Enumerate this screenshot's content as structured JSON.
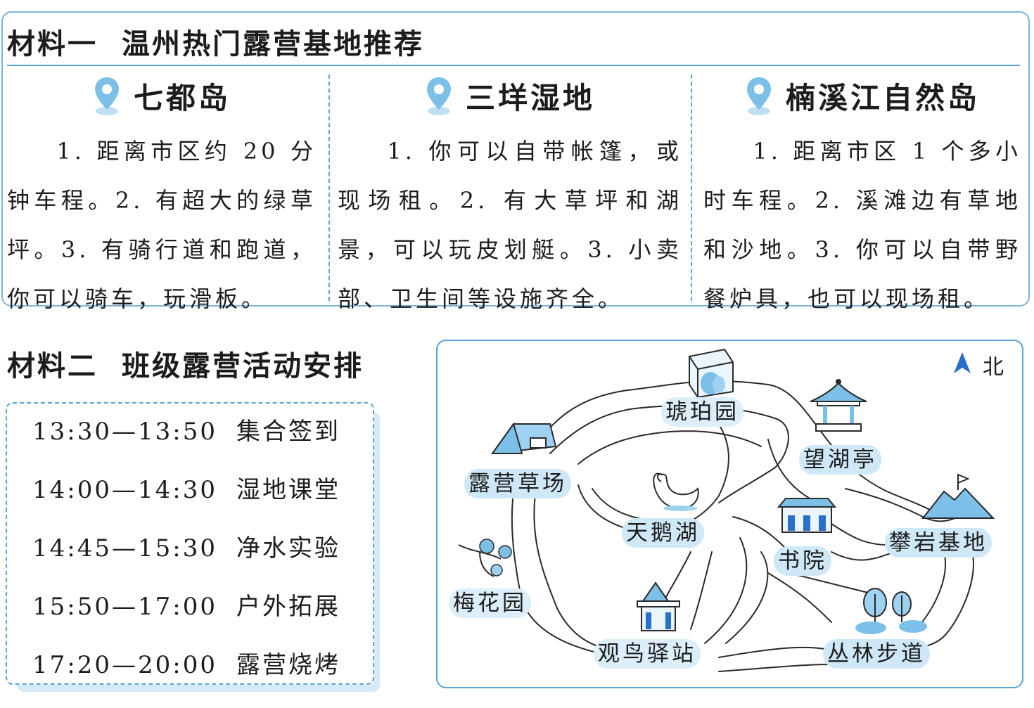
{
  "material1": {
    "label": "材料一",
    "title": "温州热门露营基地推荐",
    "sites": [
      {
        "name": "七都岛",
        "text": "1. 距离市区约 20 分钟车程。2. 有超大的绿草坪。3. 有骑行道和跑道，你可以骑车，玩滑板。"
      },
      {
        "name": "三垟湿地",
        "text": "1. 你可以自带帐篷，或现场租。2. 有大草坪和湖景，可以玩皮划艇。3. 小卖部、卫生间等设施齐全。"
      },
      {
        "name": "楠溪江自然岛",
        "text": "1. 距离市区 1 个多小时车程。2. 溪滩边有草地和沙地。3. 你可以自带野餐炉具，也可以现场租。"
      }
    ]
  },
  "material2": {
    "label": "材料二",
    "title": "班级露营活动安排",
    "schedule": [
      {
        "time": "13:30—13:50",
        "activity": "集合签到"
      },
      {
        "time": "14:00—14:30",
        "activity": "湿地课堂"
      },
      {
        "time": "14:45—15:30",
        "activity": "净水实验"
      },
      {
        "time": "15:50—17:00",
        "activity": "户外拓展"
      },
      {
        "time": "17:20—20:00",
        "activity": "露营烧烤"
      }
    ]
  },
  "map": {
    "north": "北",
    "places": {
      "amber": "琥珀园",
      "pavilion": "望湖亭",
      "camp": "露营草场",
      "swan": "天鹅湖",
      "academy": "书院",
      "climb": "攀岩基地",
      "plum": "梅花园",
      "bird": "观鸟驿站",
      "forest": "丛林步道"
    }
  },
  "colors": {
    "accent": "#5aa4d6",
    "light": "#cfe8f7",
    "icon": "#7cc0e8"
  }
}
